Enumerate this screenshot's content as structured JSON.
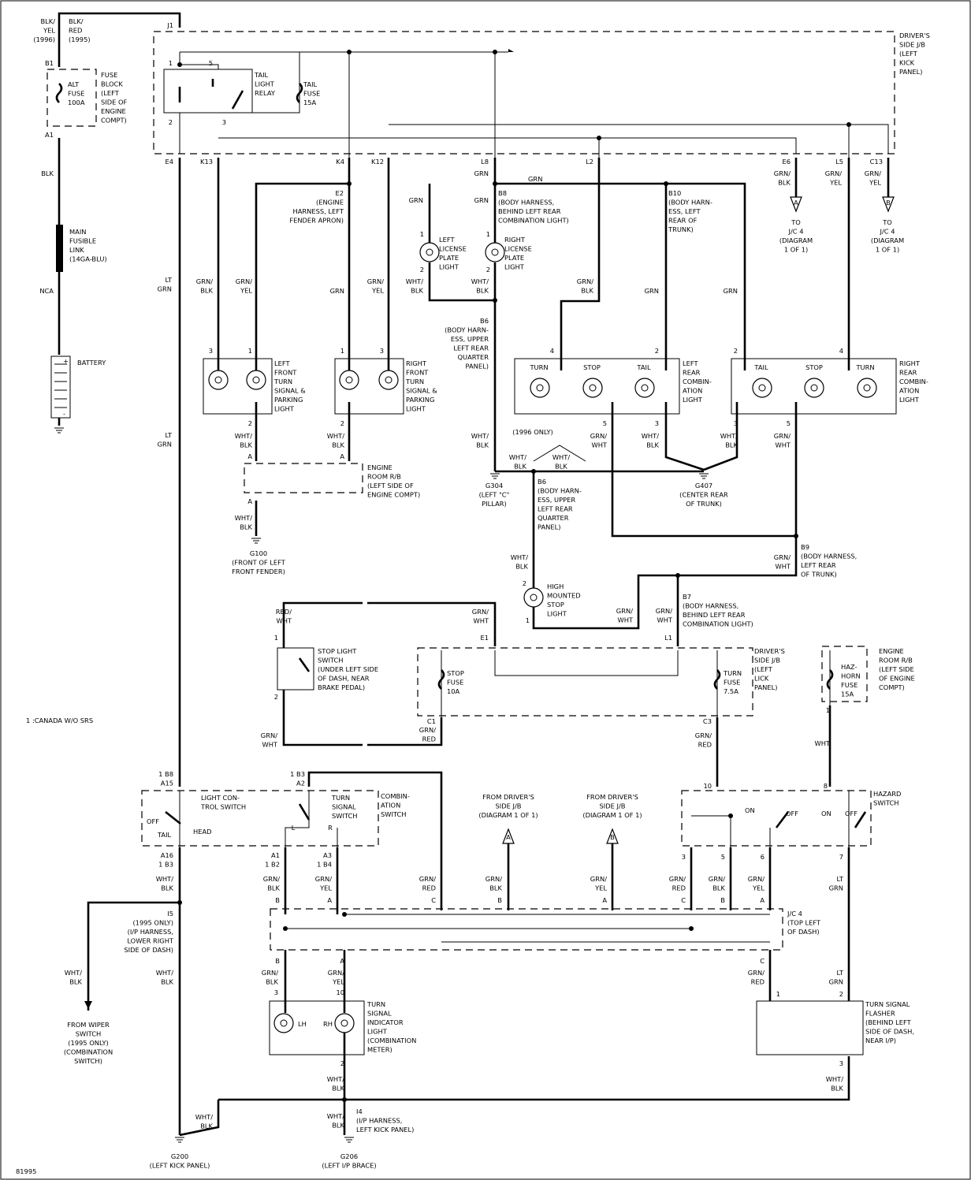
{
  "labels": [
    "BLK/\nYEL\n(1996)",
    "BLK/\nRED\n(1995)",
    "J1",
    "B1",
    "ALT\nFUSE\n100A",
    "FUSE\nBLOCK\n(LEFT\nSIDE OF\nENGINE\nCOMPT)",
    "A1",
    "BLK",
    "MAIN\nFUSIBLE\nLINK\n(14GA-BLU)",
    "NCA",
    "BATTERY",
    "LT\nGRN",
    "LT\nGRN",
    "1",
    "5",
    "2",
    "3",
    "TAIL\nLIGHT\nRELAY",
    "TAIL\nFUSE\n15A",
    "DRIVER'S\nSIDE J/B\n(LEFT\nKICK\nPANEL)",
    "E4",
    "K13",
    "K4",
    "K12",
    "L8",
    "L2",
    "E6",
    "L5",
    "C13",
    "GRN",
    "GRN",
    "E2\n(ENGINE\nHARNESS, LEFT\nFENDER APRON)",
    "B8\n(BODY HARNESS,\nBEHIND LEFT REAR\nCOMBINATION LIGHT)",
    "B10\n(BODY HARN-\nESS, LEFT\nREAR OF\nTRUNK)",
    "GRN/\nBLK",
    "GRN/\nYEL",
    "GRN/\nYEL",
    "TO\nJ/C 4\n(DIAGRAM\n1 OF 1)",
    "TO\nJ/C 4\n(DIAGRAM\n1 OF 1)",
    "GRN",
    "GRN",
    "LEFT\nLICENSE\nPLATE\nLIGHT",
    "RIGHT\nLICENSE\nPLATE\nLIGHT",
    "1",
    "2",
    "1",
    "2",
    "WHT/\nBLK",
    "WHT/\nBLK",
    "B6\n(BODY HARN-\nESS, UPPER\nLEFT REAR\nQUARTER\nPANEL)",
    "GRN/\nBLK",
    "GRN/\nYEL",
    "GRN",
    "GRN/\nYEL",
    "GRN/\nBLK",
    "GRN",
    "GRN",
    "3",
    "1",
    "1",
    "3",
    "LEFT\nFRONT\nTURN\nSIGNAL &\nPARKING\nLIGHT",
    "RIGHT\nFRONT\nTURN\nSIGNAL &\nPARKING\nLIGHT",
    "2",
    "2",
    "WHT/\nBLK",
    "WHT/\nBLK",
    "A",
    "A",
    "A",
    "ENGINE\nROOM R/B\n(LEFT SIDE OF\nENGINE COMPT)",
    "WHT/\nBLK",
    "G100\n(FRONT OF LEFT\nFRONT FENDER)",
    "4",
    "2",
    "2",
    "4",
    "TURN",
    "STOP",
    "TAIL",
    "TAIL",
    "STOP",
    "TURN",
    "LEFT\nREAR\nCOMBIN-\nATION\nLIGHT",
    "RIGHT\nREAR\nCOMBIN-\nATION\nLIGHT",
    "5",
    "3",
    "3",
    "5",
    "GRN/\nWHT",
    "WHT/\nBLK",
    "WHT/\nBLK",
    "GRN/\nWHT",
    "WHT/\nBLK",
    "(1996 ONLY)",
    "WHT/\nBLK",
    "WHT/\nBLK",
    "G304\n(LEFT \"C\"\nPILLAR)",
    "B6\n(BODY HARN-\nESS, UPPER\nLEFT REAR\nQUARTER\nPANEL)",
    "G407\n(CENTER REAR\nOF TRUNK)",
    "B9\n(BODY HARNESS,\nLEFT REAR\nOF TRUNK)",
    "GRN/\nWHT",
    "WHT/\nBLK",
    "B7\n(BODY HARNESS,\nBEHIND LEFT REAR\nCOMBINATION LIGHT)",
    "2",
    "1",
    "HIGH\nMOUNTED\nSTOP\nLIGHT",
    "GRN/\nWHT",
    "GRN/\nWHT",
    "RED/\nWHT",
    "GRN/\nWHT",
    "1",
    "E1",
    "L1",
    "STOP LIGHT\nSWITCH\n(UNDER LEFT SIDE\nOF DASH, NEAR\nBRAKE PEDAL)",
    "2",
    "STOP\nFUSE\n10A",
    "TURN\nFUSE\n7.5A",
    "DRIVER'S\nSIDE J/B\n(LEFT\nLICK\nPANEL)",
    "C1",
    "C3",
    "ENGINE\nROOM R/B\n(LEFT SIDE\nOF ENGINE\nCOMPT)",
    "HAZ-\nHORN\nFUSE\n15A",
    "1",
    "1  :CANADA W/O SRS",
    "GRN/\nWHT",
    "GRN/\nRED",
    "GRN/\nRED",
    "WHT",
    "1 B8\nA15",
    "1 B3\nA2",
    "LIGHT CON-\nTROL SWITCH",
    "OFF",
    "TAIL",
    "HEAD",
    "TURN\nSIGNAL\nSWITCH",
    "COMBIN-\nATION\nSWITCH",
    "L",
    "R",
    "10",
    "8",
    "HAZARD\nSWITCH",
    "ON",
    "OFF",
    "ON",
    "OFF",
    "FROM DRIVER'S\nSIDE J/B\n(DIAGRAM 1 OF 1)",
    "FROM DRIVER'S\nSIDE J/B\n(DIAGRAM 1 OF 1)",
    "A16\n1 B3",
    "A1\n1 B2",
    "A3\n1 B4",
    "3",
    "5",
    "6",
    "7",
    "WHT/\nBLK",
    "GRN/\nBLK",
    "GRN/\nYEL",
    "GRN/\nRED",
    "GRN/\nBLK",
    "GRN/\nYEL",
    "GRN/\nRED",
    "GRN/\nBLK",
    "GRN/\nYEL",
    "LT\nGRN",
    "B",
    "A",
    "C",
    "B",
    "A",
    "C",
    "B",
    "A",
    "I5\n(1995 ONLY)\n(I/P HARNESS,\nLOWER RIGHT\nSIDE OF DASH)",
    "J/C 4\n(TOP LEFT\nOF DASH)",
    "B",
    "A",
    "C",
    "WHT/\nBLK",
    "WHT/\nBLK",
    "GRN/\nBLK",
    "GRN/\nYEL",
    "GRN/\nRED",
    "LT\nGRN",
    "3",
    "10",
    "1",
    "2",
    "LH",
    "RH",
    "TURN\nSIGNAL\nINDICATOR\nLIGHT\n(COMBINATION\nMETER)",
    "TURN SIGNAL\nFLASHER\n(BEHIND LEFT\nSIDE OF DASH,\nNEAR I/P)",
    "FROM WIPER\nSWITCH\n(1995 ONLY)\n(COMBINATION\nSWITCH)",
    "2",
    "3",
    "WHT/\nBLK",
    "WHT/\nBLK",
    "WHT/\nBLK",
    "I4\n(I/P HARNESS,\nLEFT KICK PANEL)",
    "WHT/\nBLK",
    "G200\n(LEFT KICK PANEL)",
    "G206\n(LEFT I/P BRACE)",
    "81995"
  ],
  "connector_tags": [
    "A",
    "B",
    "A",
    "B"
  ],
  "battery_terminals": [
    "+",
    "-"
  ]
}
